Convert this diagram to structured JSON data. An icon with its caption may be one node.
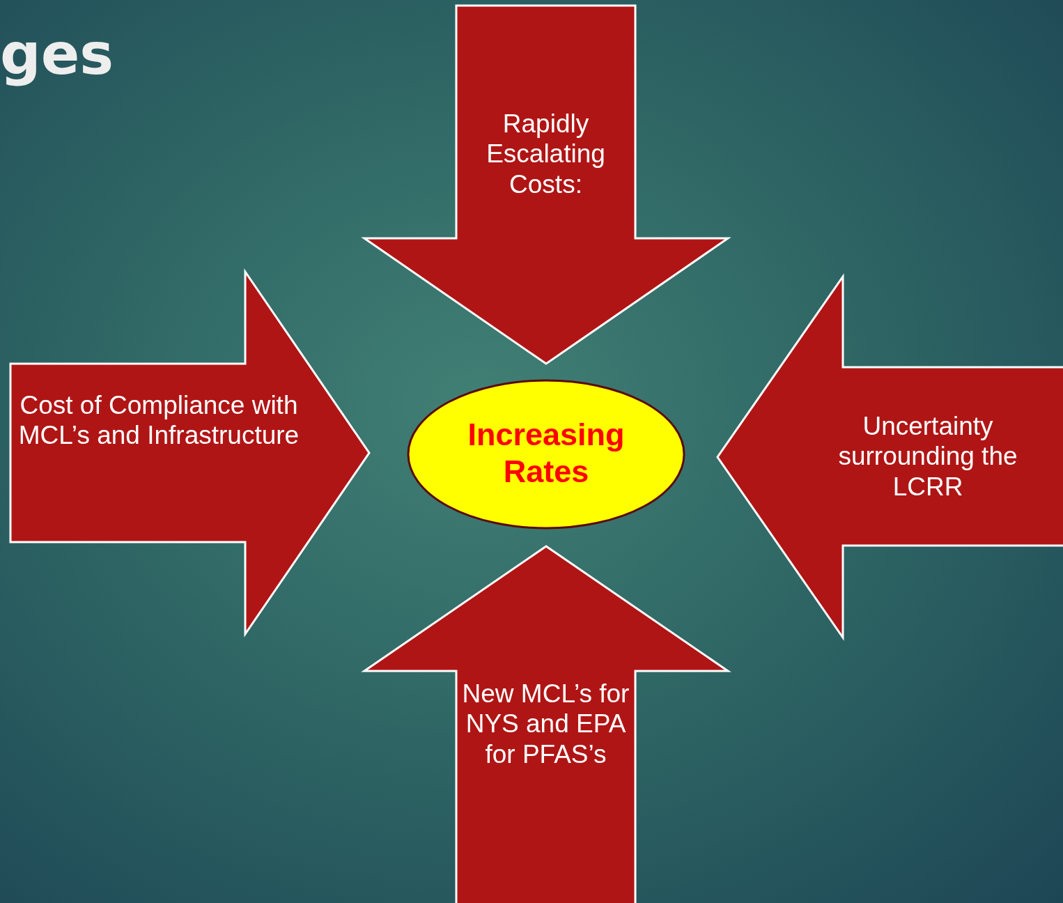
{
  "diagram": {
    "title": "ges",
    "nodes": [
      {
        "text": [
          "Rapidly Escalating Costs:"
        ]
      },
      {
        "text": [
          "Cost of Compliance with MCL’s and Infrastructure"
        ]
      },
      {
        "text": [
          "Increasing Rates"
        ]
      },
      {
        "text": [
          "Uncertainty surrounding the LCRR"
        ]
      },
      {
        "text": [
          "New MCL’s for NYS and EPA for PFAS’s"
        ]
      }
    ]
  }
}
